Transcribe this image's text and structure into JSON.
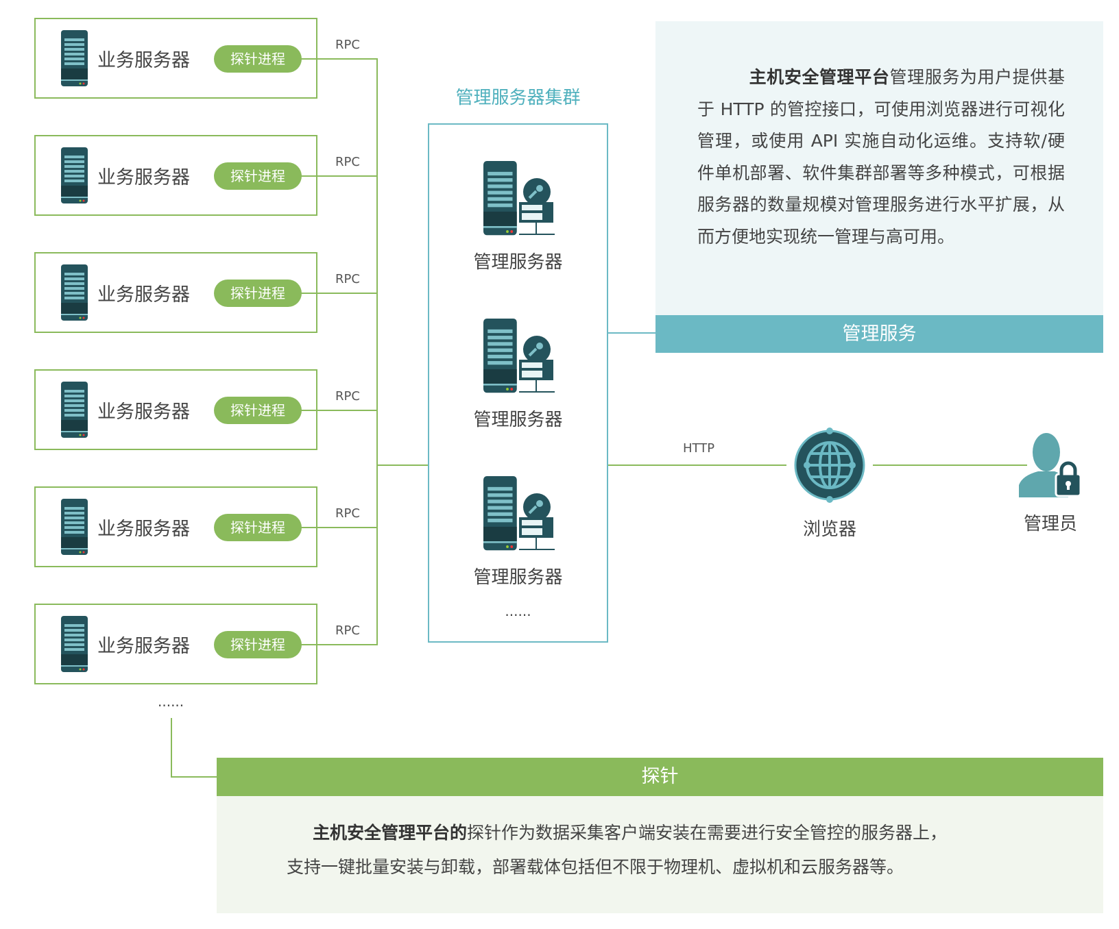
{
  "business_servers": [
    {
      "label": "业务服务器",
      "probe": "探针进程",
      "link": "RPC"
    },
    {
      "label": "业务服务器",
      "probe": "探针进程",
      "link": "RPC"
    },
    {
      "label": "业务服务器",
      "probe": "探针进程",
      "link": "RPC"
    },
    {
      "label": "业务服务器",
      "probe": "探针进程",
      "link": "RPC"
    },
    {
      "label": "业务服务器",
      "probe": "探针进程",
      "link": "RPC"
    },
    {
      "label": "业务服务器",
      "probe": "探针进程",
      "link": "RPC"
    }
  ],
  "business_more": "......",
  "cluster": {
    "title": "管理服务器集群",
    "servers": [
      "管理服务器",
      "管理服务器",
      "管理服务器"
    ],
    "more": "......"
  },
  "mgmt_panel": {
    "bold": "主机安全管理平台",
    "text": "管理服务为用户提供基于 HTTP 的管控接口，可使用浏览器进行可视化管理，或使用 API 实施自动化运维。支持软/硬件单机部署、软件集群部署等多种模式，可根据服务器的数量规模对管理服务进行水平扩展，从而方便地实现统一管理与高可用。",
    "header": "管理服务"
  },
  "http_label": "HTTP",
  "browser_label": "浏览器",
  "admin_label": "管理员",
  "probe_panel": {
    "header": "探针",
    "bold": "主机安全管理平台的",
    "text": "探针作为数据采集客户端安装在需要进行安全管控的服务器上，",
    "text2": "支持一键批量安装与卸载，部署载体包括但不限于物理机、虚拟机和云服务器等。"
  },
  "colors": {
    "green": "#8aba5b",
    "teal": "#6bb9c4",
    "dark": "#24535c"
  }
}
